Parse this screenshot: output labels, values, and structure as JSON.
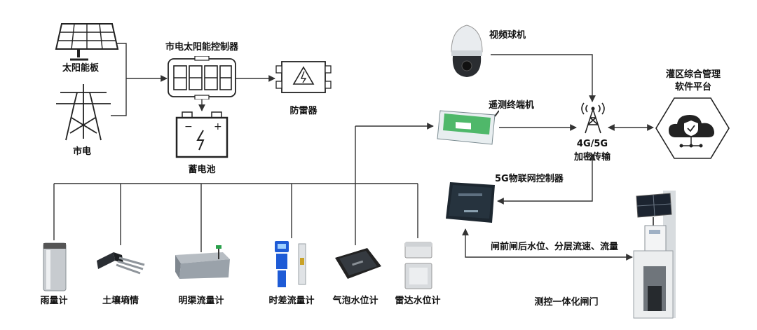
{
  "power": {
    "solar_panel": "太阳能板",
    "grid": "市电",
    "controller": "市电太阳能控制器",
    "battery": "蓄电池",
    "surge_protector": "防雷器"
  },
  "comm": {
    "dome_camera": "视频球机",
    "rtu": "遥测终端机",
    "iot_controller": "5G物联网控制器",
    "transmission_line1": "4G/5G",
    "transmission_line2": "加密传输",
    "platform_line1": "灌区综合管理",
    "platform_line2": "软件平台"
  },
  "gate": {
    "measurement_text": "闸前闸后水位、分层流速、流量",
    "integrated_gate": "测控一体化闸门"
  },
  "sensors": [
    {
      "label": "雨量计"
    },
    {
      "label": "土壤墒情"
    },
    {
      "label": "明渠流量计"
    },
    {
      "label": "时差流量计"
    },
    {
      "label": "气泡水位计"
    },
    {
      "label": "雷达水位计"
    }
  ],
  "colors": {
    "line": "#333333",
    "battery_border": "#222222",
    "rtu_green": "#4fb86a",
    "controller_dark": "#1d2730",
    "sensor_blue": "#1e5bd6"
  }
}
